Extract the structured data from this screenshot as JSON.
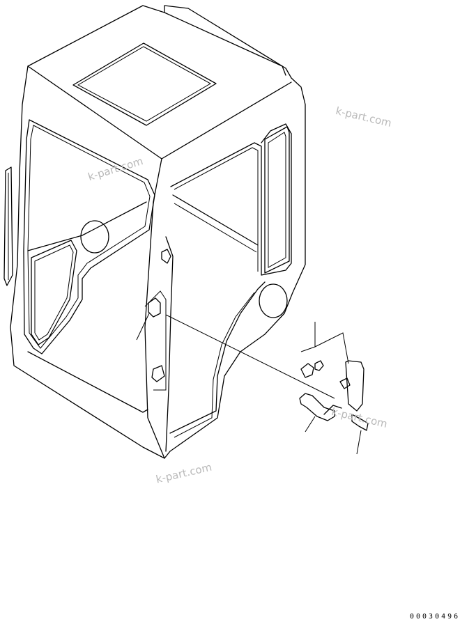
{
  "watermarks": [
    "k-part.com",
    "k-part.com",
    "k-part.com",
    "k-part.com"
  ],
  "document_number": "00030496"
}
